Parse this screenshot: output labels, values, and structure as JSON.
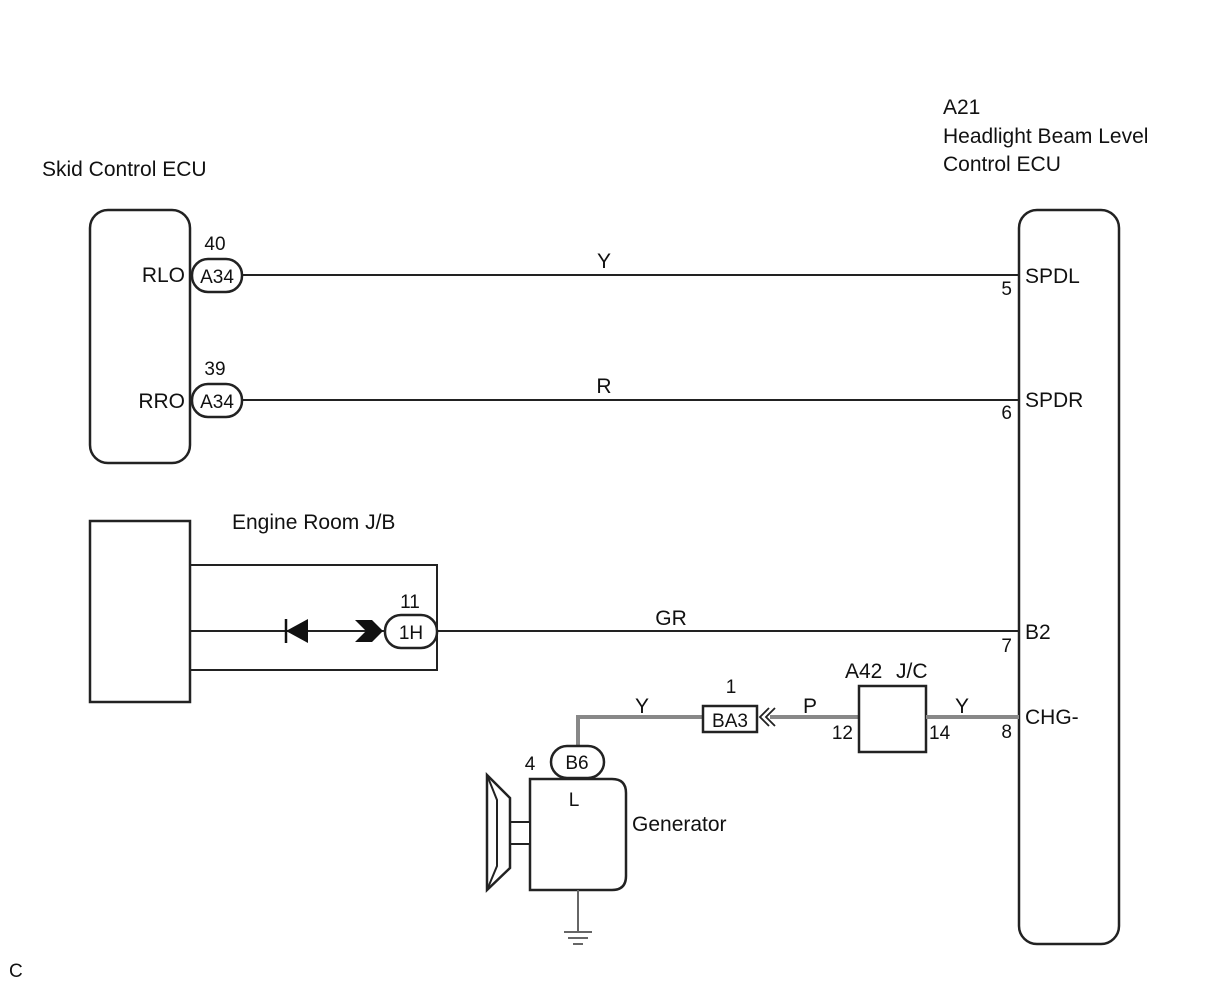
{
  "components": {
    "skid_ecu": {
      "title": "Skid Control ECU",
      "pins": [
        {
          "name": "RLO",
          "number": "40",
          "connector": "A34"
        },
        {
          "name": "RRO",
          "number": "39",
          "connector": "A34"
        }
      ]
    },
    "headlight_ecu": {
      "code": "A21",
      "title_line1": "Headlight Beam Level",
      "title_line2": "Control ECU",
      "pins": [
        {
          "name": "SPDL",
          "number": "5"
        },
        {
          "name": "SPDR",
          "number": "6"
        },
        {
          "name": "B2",
          "number": "7"
        },
        {
          "name": "CHG-",
          "number": "8"
        }
      ]
    },
    "engine_jb": {
      "title": "Engine Room J/B",
      "connector": "1H",
      "pin": "11"
    },
    "junction": {
      "code": "A42",
      "title": "J/C",
      "pin_in": "12",
      "pin_out": "14"
    },
    "inline_connector": {
      "code": "BA3",
      "pin": "1"
    },
    "generator": {
      "title": "Generator",
      "connector": "B6",
      "pin": "4",
      "terminal": "L"
    }
  },
  "wires": {
    "w_rlo": "Y",
    "w_rro": "R",
    "w_b2": "GR",
    "w_gen": "Y",
    "w_p": "P",
    "w_chg": "Y"
  },
  "footer_code": "C"
}
